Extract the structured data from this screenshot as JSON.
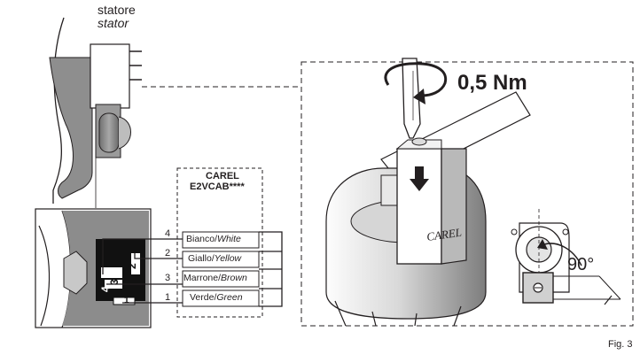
{
  "stator": {
    "label_it": "statore",
    "label_en": "stator"
  },
  "cable": {
    "brand": "CAREL",
    "model": "E2VCAB****"
  },
  "wires": [
    {
      "num": "4",
      "it": "Bianco",
      "en": "White"
    },
    {
      "num": "2",
      "it": "Giallo",
      "en": "Yellow"
    },
    {
      "num": "3",
      "it": "Marrone",
      "en": "Brown"
    },
    {
      "num": "1",
      "it": "Verde",
      "en": "Green"
    }
  ],
  "connector_pins": [
    "4",
    "2",
    "3",
    "1"
  ],
  "torque": "0,5 Nm",
  "angle": "90°",
  "valve_brand": "CAREL",
  "figure": "Fig. 3",
  "icons": [
    "screwdriver-icon",
    "rotation-arrow-icon",
    "push-down-arrow-icon",
    "rotation-90-arrow-icon"
  ]
}
